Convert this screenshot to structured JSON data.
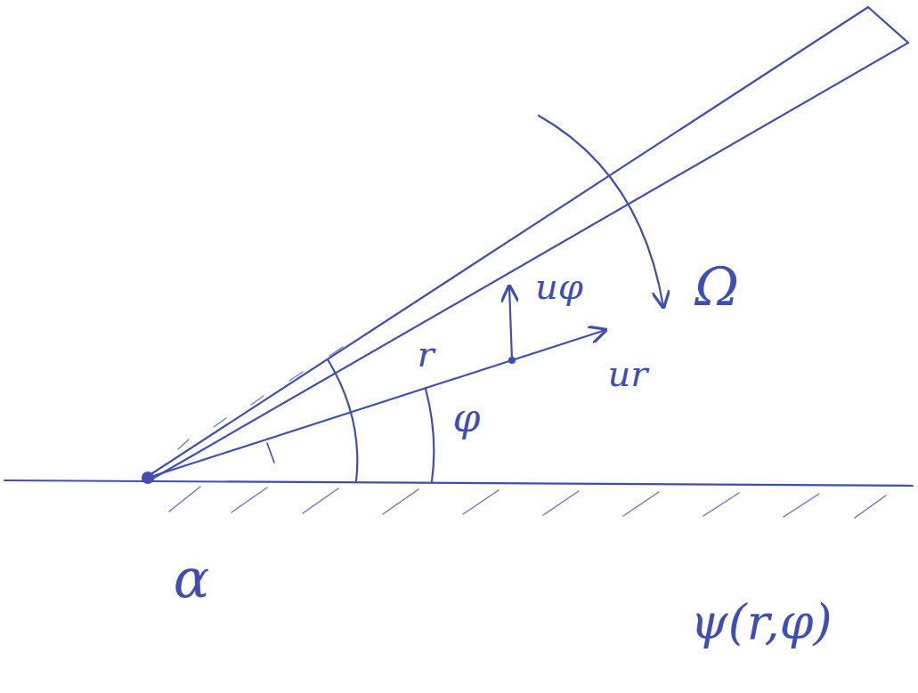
{
  "diagram": {
    "labels": [
      "Ω",
      "uφ",
      "r",
      "φ",
      "ur",
      "α",
      "ψ(r,φ)"
    ]
  }
}
